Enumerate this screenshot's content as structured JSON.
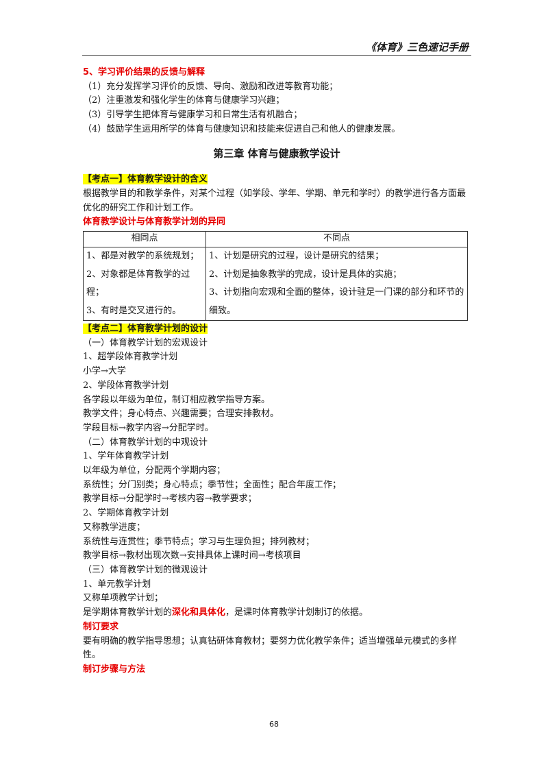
{
  "header": {
    "title": "《体育》三色速记手册"
  },
  "section5": {
    "heading": "5、学习评价结果的反馈与解释",
    "items": [
      "（1）充分发挥学习评价的反馈、导向、激励和改进等教育功能；",
      "（2）注重激发和强化学生的体育与健康学习兴趣；",
      "（3）引导学生把体育与健康学习和日常生活有机融合；",
      "（4）鼓励学生运用所学的体育与健康知识和技能来促进自己和他人的健康发展。"
    ]
  },
  "chapter": {
    "title": "第三章  体育与健康教学设计"
  },
  "point1": {
    "tag": "【考点一】体育教学设计的含义",
    "text": "根据教学目的和教学条件，对某个过程（如学段、学年、学期、单元和学时）的教学进行各方面最优化的研究工作和计划工作。",
    "subheading": "体育教学设计与体育教学计划的异同",
    "table": {
      "headers": [
        "相同点",
        "不同点"
      ],
      "same": [
        "1、都是对教学的系统规划；",
        "2、对象都是体育教学的过程；",
        "3、有时是交叉进行的。"
      ],
      "diff": [
        "1、计划是研究的过程，设计是研究的结果；",
        "2、计划是抽象教学的完成，设计是具体的实施；",
        "3、计划指向宏观和全面的整体，设计驻足一门课的部分和环节的细致。"
      ]
    }
  },
  "point2": {
    "tag": "【考点二】体育教学计划的设计",
    "lines": [
      "（一）体育教学计划的宏观设计",
      "1、超学段体育教学计划",
      "小学→大学",
      "2、学段体育教学计划",
      "各学段以年级为单位，制订相应教学指导方案。",
      "教学文件；身心特点、兴趣需要；合理安排教材。",
      "学段目标→教学内容→分配学时。",
      "（二）体育教学计划的中观设计",
      "1、学年体育教学计划",
      "以年级为单位，分配两个学期内容；",
      "系统性；分门别类；身心特点；季节性；全面性；配合年度工作；",
      "教学目标→分配学时→考核内容→教学要求；",
      "2、学期体育教学计划",
      "又称教学进度；",
      "系统性与连贯性；季节特点；学习与生理负担；排列教材；",
      "教学目标→教材出现次数→安排具体上课时间→考核项目",
      "（三）体育教学计划的微观设计",
      "1、单元教学计划",
      "又称单项教学计划；"
    ],
    "mixed": {
      "before": "是学期体育教学计划的",
      "emph": "深化和具体化",
      "after": "，是课时体育教学计划制订的依据。"
    },
    "req_heading": "制订要求",
    "req_text": "要有明确的教学指导思想；认真钻研体育教材；要努力优化教学条件；适当增强单元模式的多样性。",
    "steps_heading": "制订步骤与方法"
  },
  "footer": {
    "page_number": "68"
  }
}
